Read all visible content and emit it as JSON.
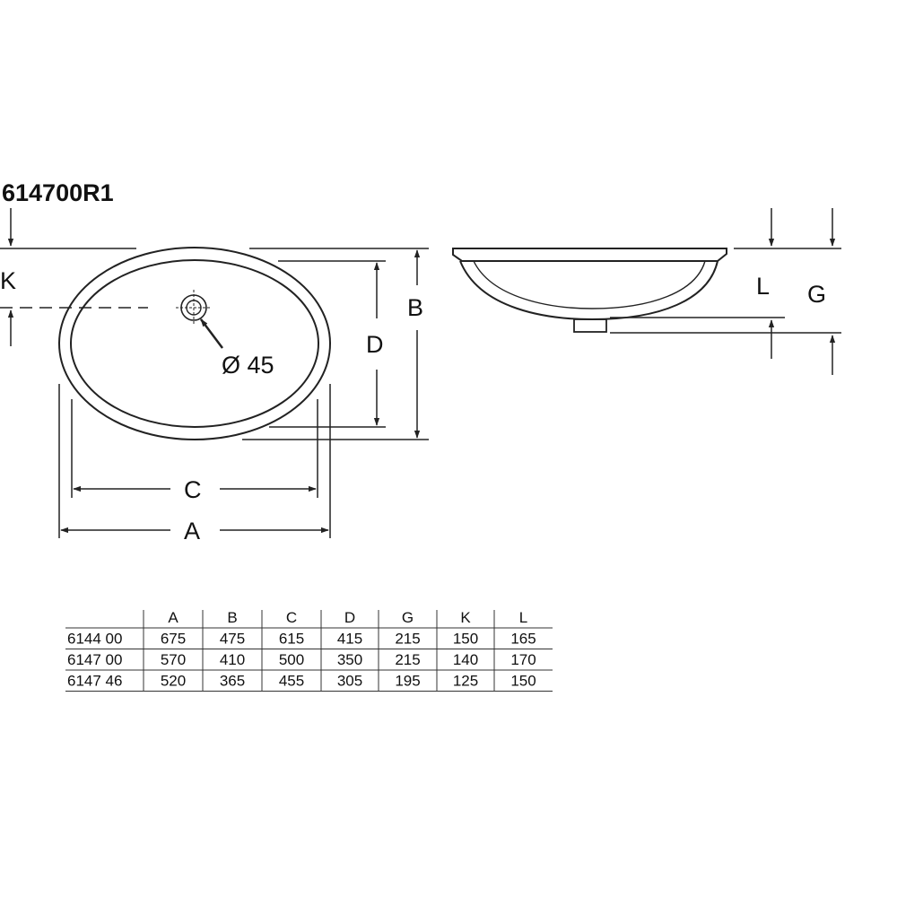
{
  "model_code": "614700R1",
  "drain_label": "Ø 45",
  "dimension_labels": {
    "A": "A",
    "B": "B",
    "C": "C",
    "D": "D",
    "G": "G",
    "K": "K",
    "L": "L"
  },
  "table": {
    "columns": [
      "A",
      "B",
      "C",
      "D",
      "G",
      "K",
      "L"
    ],
    "rows": [
      {
        "model": "6144 00",
        "values": [
          "675",
          "475",
          "615",
          "415",
          "215",
          "150",
          "165"
        ]
      },
      {
        "model": "6147 00",
        "values": [
          "570",
          "410",
          "500",
          "350",
          "215",
          "140",
          "170"
        ]
      },
      {
        "model": "6147 46",
        "values": [
          "520",
          "365",
          "455",
          "305",
          "195",
          "125",
          "150"
        ]
      }
    ]
  }
}
